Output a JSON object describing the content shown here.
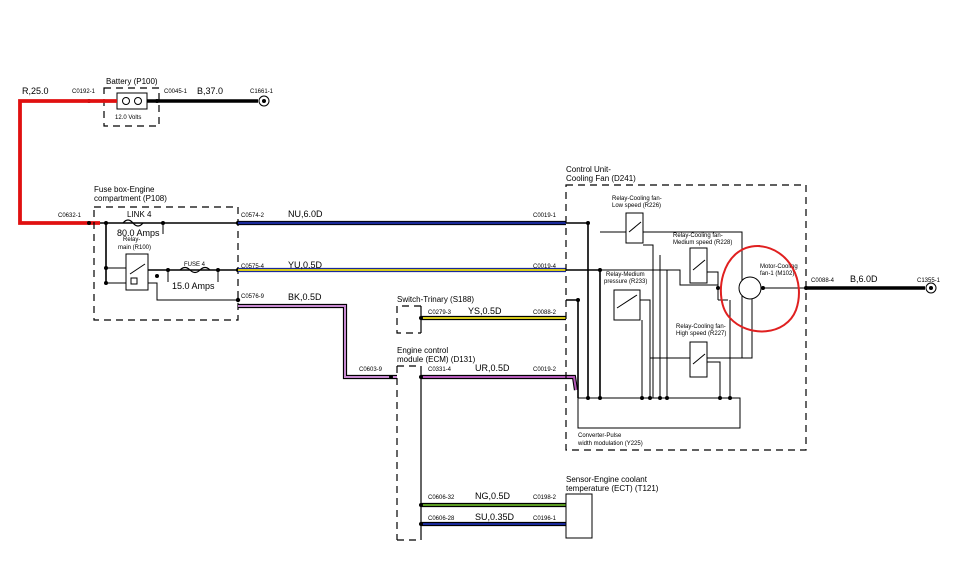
{
  "battery": {
    "title": "Battery (P100)",
    "voltage": "12.0 Volts"
  },
  "fusebox": {
    "title_line1": "Fuse box-Engine",
    "title_line2": "compartment (P108)",
    "link_label": "LINK 4",
    "link_rating": "80.0 Amps",
    "fuse_label": "FUSE 4",
    "fuse_rating": "15.0 Amps",
    "relay_line1": "Relay-",
    "relay_line2": "main (R100)"
  },
  "control_unit": {
    "title_line1": "Control Unit-",
    "title_line2": "Cooling Fan (D241)",
    "relay_low_1": "Relay-Cooling fan-",
    "relay_low_2": "Low speed (R226)",
    "relay_med_1": "Relay-Cooling fan-",
    "relay_med_2": "Medium speed (R228)",
    "relay_mp_1": "Relay-Medium",
    "relay_mp_2": "pressure (R233)",
    "relay_high_1": "Relay-Cooling fan-",
    "relay_high_2": "High speed (R227)",
    "motor_1": "Motor-Cooling",
    "motor_2": "fan-1 (M102)",
    "converter_1": "Converter-Pulse",
    "converter_2": "width modulation (Y225)"
  },
  "switch": {
    "title": "Switch-Trinary (S188)"
  },
  "ecm": {
    "title_line1": "Engine control",
    "title_line2": "module (ECM) (D131)"
  },
  "sensor": {
    "title_line1": "Sensor-Engine coolant",
    "title_line2": "temperature (ECT) (T121)"
  },
  "wires": {
    "r25": "R,25.0",
    "b37": "B,37.0",
    "nu6": "NU,6.0D",
    "yu05": "YU,0.5D",
    "bk05": "BK,0.5D",
    "ys05": "YS,0.5D",
    "ur05": "UR,0.5D",
    "b6": "B,6.0D",
    "ng05": "NG,0.5D",
    "su035": "SU,0.35D"
  },
  "connectors": {
    "c0192": "C0192-1",
    "c0045": "C0045-1",
    "c1661": "C1661-1",
    "c0632": "C0632-1",
    "c0574": "C0574-2",
    "c0019_1": "C0019-1",
    "c0575": "C0575-4",
    "c0019_4": "C0019-4",
    "c0576": "C0576-9",
    "c0279": "C0279-3",
    "c0088_2": "C0088-2",
    "c0603": "C0603-9",
    "c0331": "C0331-4",
    "c0019_2": "C0019-2",
    "c0088_4": "C0088-4",
    "c1355": "C1355-1",
    "c0606_32": "C0606-32",
    "c0198": "C0198-2",
    "c0606_28": "C0606-28",
    "c0196": "C0196-1"
  },
  "colors": {
    "red": "#e01010",
    "blue": "#1a2a9a",
    "yellow": "#d4c81a",
    "purple": "#b35ab8",
    "green": "#5a9a22",
    "annotation": "#e02020"
  }
}
